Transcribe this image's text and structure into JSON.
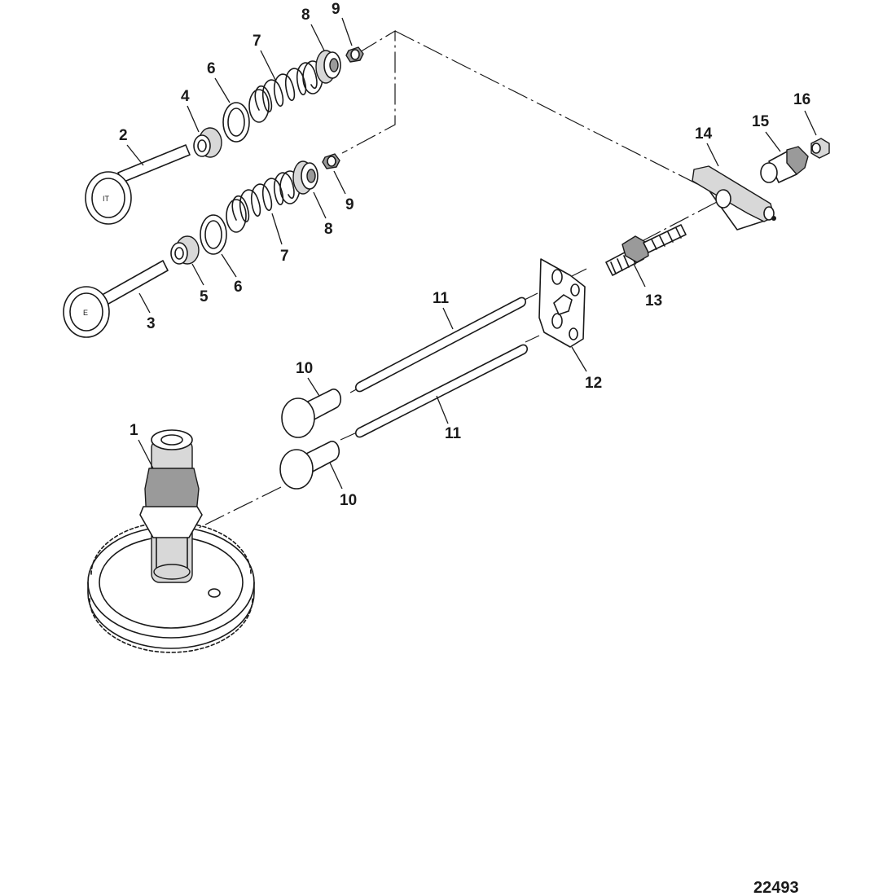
{
  "figure_number": "22493",
  "callouts": [
    "1",
    "2",
    "3",
    "4",
    "5",
    "6",
    "6",
    "7",
    "7",
    "8",
    "8",
    "9",
    "9",
    "10",
    "10",
    "11",
    "11",
    "12",
    "13",
    "14",
    "15",
    "16"
  ],
  "valve_stamps": [
    "IT",
    "E"
  ]
}
